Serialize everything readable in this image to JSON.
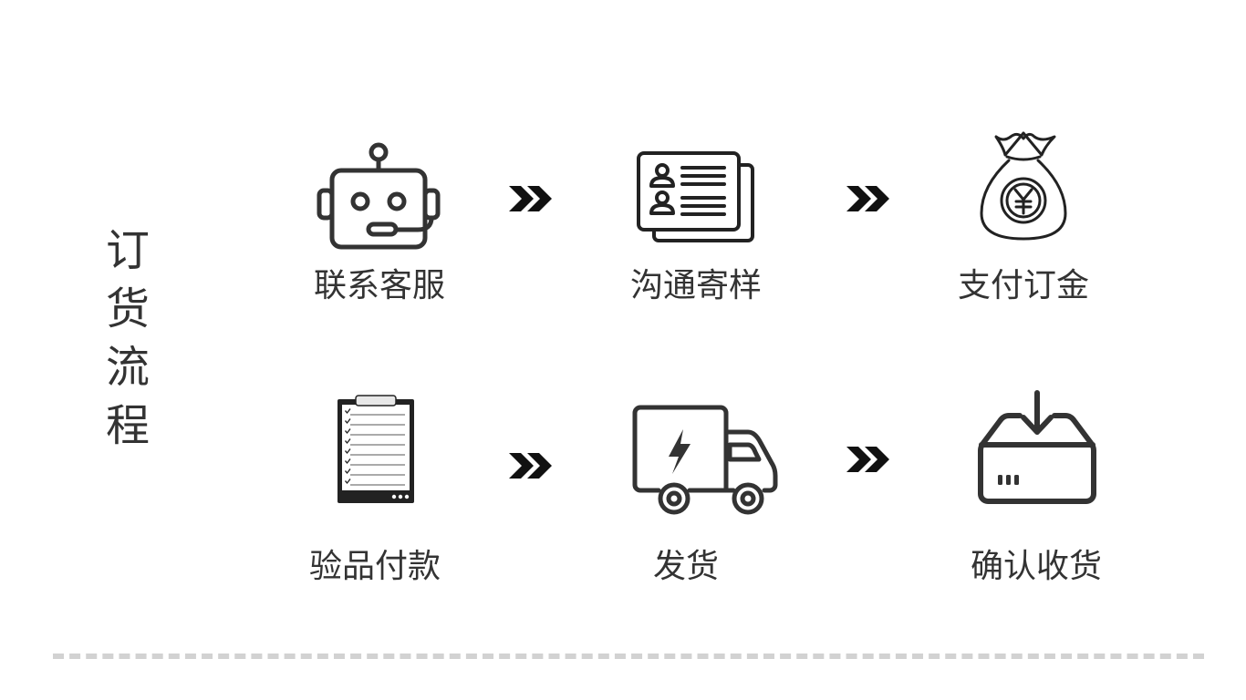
{
  "title": {
    "chars": [
      "订",
      "货",
      "流",
      "程"
    ]
  },
  "steps": [
    {
      "label": "联系客服",
      "icon": "robot-headset-icon"
    },
    {
      "label": "沟通寄样",
      "icon": "id-cards-icon"
    },
    {
      "label": "支付订金",
      "icon": "yuan-money-bag-icon"
    },
    {
      "label": "验品付款",
      "icon": "clipboard-checklist-icon"
    },
    {
      "label": "发货",
      "icon": "delivery-truck-icon"
    },
    {
      "label": "确认收货",
      "icon": "receive-box-icon"
    }
  ],
  "colors": {
    "icon_stroke": "#333333",
    "arrow": "#111111",
    "divider": "#d2d2d2"
  }
}
